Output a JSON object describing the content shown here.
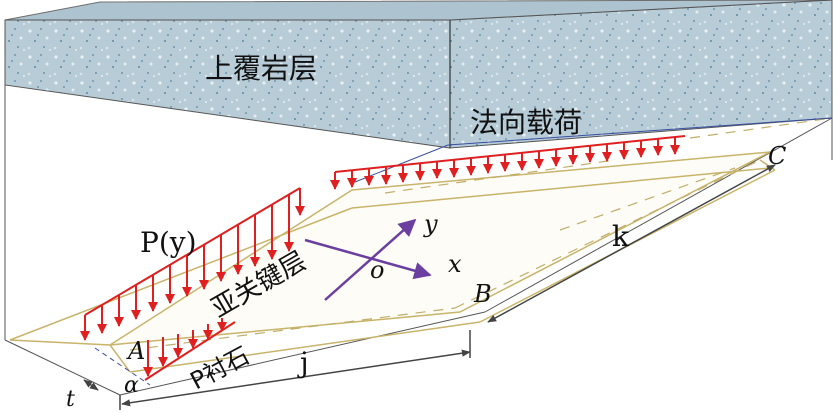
{
  "diagram": {
    "labels": {
      "overburden": "上覆岩层",
      "normal_load": "法向载荷",
      "inferior_key_stratum": "亚关键层",
      "p_of_y": "P(y)",
      "p_lining": "P衬石",
      "axis_x": "x",
      "axis_y": "y",
      "origin": "o",
      "corner_a": "A",
      "corner_b": "B",
      "corner_c": "C",
      "dim_j": "j",
      "dim_k": "k",
      "dim_t": "t",
      "angle_alpha": "α"
    },
    "colors": {
      "load_arrows": "#e02020",
      "plate_outline": "#c8b46a",
      "axes": "#6a3fa0",
      "dimension_lines": "#444444",
      "rock_top": "#a9c2cf",
      "rock_front": "#b9cfd9"
    }
  }
}
